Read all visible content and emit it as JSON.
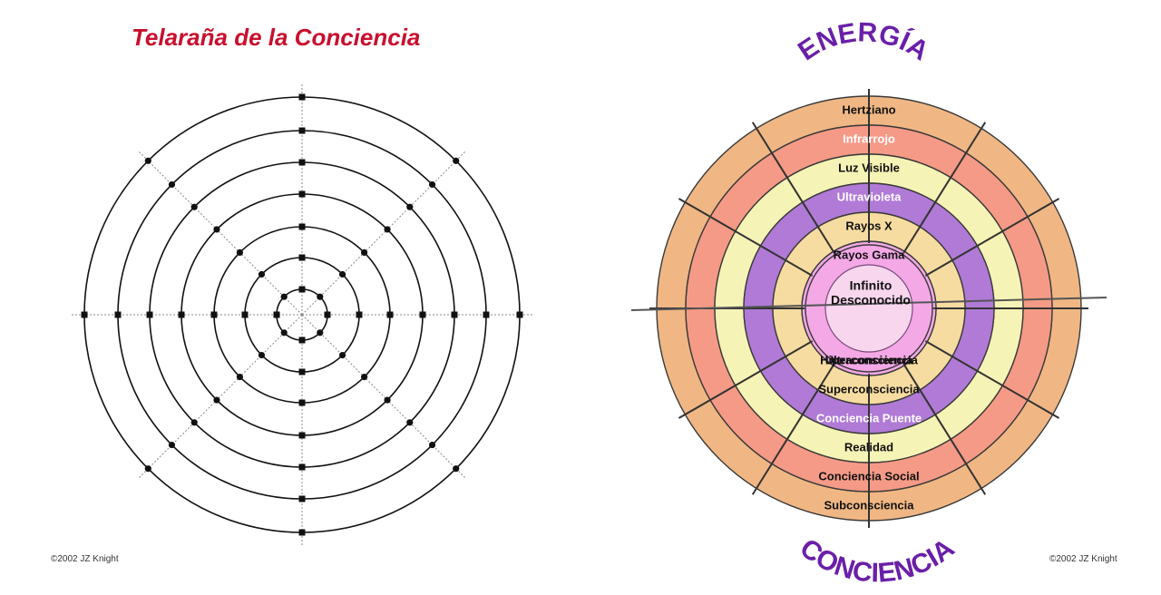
{
  "left_diagram": {
    "title": "Telaraña de la Conciencia",
    "copyright": "©2002 JZ Knight"
  },
  "right_diagram": {
    "top_label": "ENERGÍA",
    "bottom_label": "CONCIENCIA",
    "copyright": "©2002 JZ Knight",
    "inner_labels": [
      "Infinito",
      "Desconocido"
    ],
    "upper_bands": [
      {
        "label": "Hertziano",
        "color": "#f0b784",
        "text_color": "#111111"
      },
      {
        "label": "Infrarrojo",
        "color": "#f59a86",
        "text_color": "#ffffff"
      },
      {
        "label": "Luz Visible",
        "color": "#f6f3b6",
        "text_color": "#111111"
      },
      {
        "label": "Ultravioleta",
        "color": "#b07ad6",
        "text_color": "#ffffff"
      },
      {
        "label": "Rayos X",
        "color": "#f6dca0",
        "text_color": "#111111"
      },
      {
        "label": "Rayos Gama",
        "color": "#f4a8e6",
        "text_color": "#111111"
      }
    ],
    "lower_bands": [
      {
        "label": "Subconsciencia",
        "color": "#f0b784",
        "text_color": "#111111"
      },
      {
        "label": "Conciencia Social",
        "color": "#f59a86",
        "text_color": "#111111"
      },
      {
        "label": "Realidad",
        "color": "#f6f3b6",
        "text_color": "#111111"
      },
      {
        "label": "Conciencia Puente",
        "color": "#b07ad6",
        "text_color": "#ffffff"
      },
      {
        "label": "Superconsciencia",
        "color": "#f6dca0",
        "text_color": "#111111"
      },
      {
        "label": "Hiperconsciencia",
        "color": "#f4a8e6",
        "text_color": "#111111"
      },
      {
        "label": "Ultraconciencia",
        "color": "#f7d6ee",
        "text_color": "#111111"
      }
    ],
    "accent_color": "#6a1fa8"
  }
}
